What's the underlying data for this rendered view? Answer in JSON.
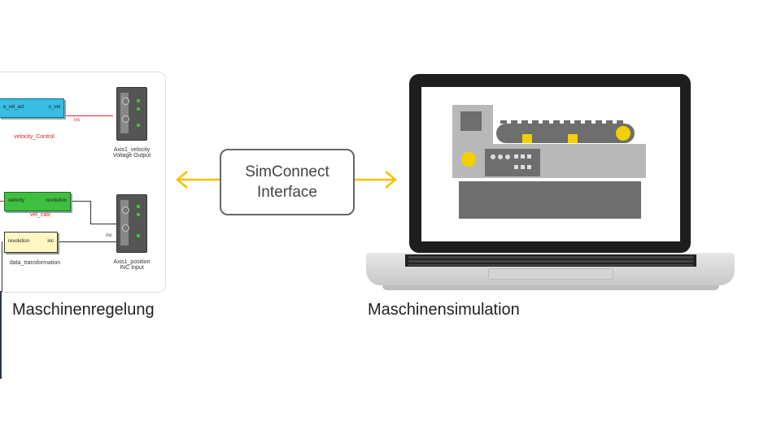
{
  "control_diagram": {
    "velocity_block": {
      "in_port": "e_vel_act",
      "out_port": "u_vel",
      "caption": "velocity_Control",
      "wire_label": "inc"
    },
    "axis1_velocity": {
      "caption_line1": "Axis1_velocity",
      "caption_line2": "Voltage Output"
    },
    "vel_calc_block": {
      "in_port": "velocity",
      "out_port": "revolution",
      "caption": "vel_calc"
    },
    "data_transformation_block": {
      "in_port": "revolution",
      "out_port": "inc",
      "caption": "data_transformation"
    },
    "axis1_position": {
      "port_label": "inc",
      "caption_line1": "Axis1_position",
      "caption_line2": "INC Input"
    }
  },
  "interface": {
    "line1": "SimConnect",
    "line2": "Interface"
  },
  "labels": {
    "left": "Maschinenregelung",
    "right": "Maschinensimulation"
  },
  "colors": {
    "arrow": "#f2c200",
    "machine_yellow": "#f2d000",
    "machine_gray": "#b8b8b8",
    "machine_dark": "#6e6e6e"
  }
}
